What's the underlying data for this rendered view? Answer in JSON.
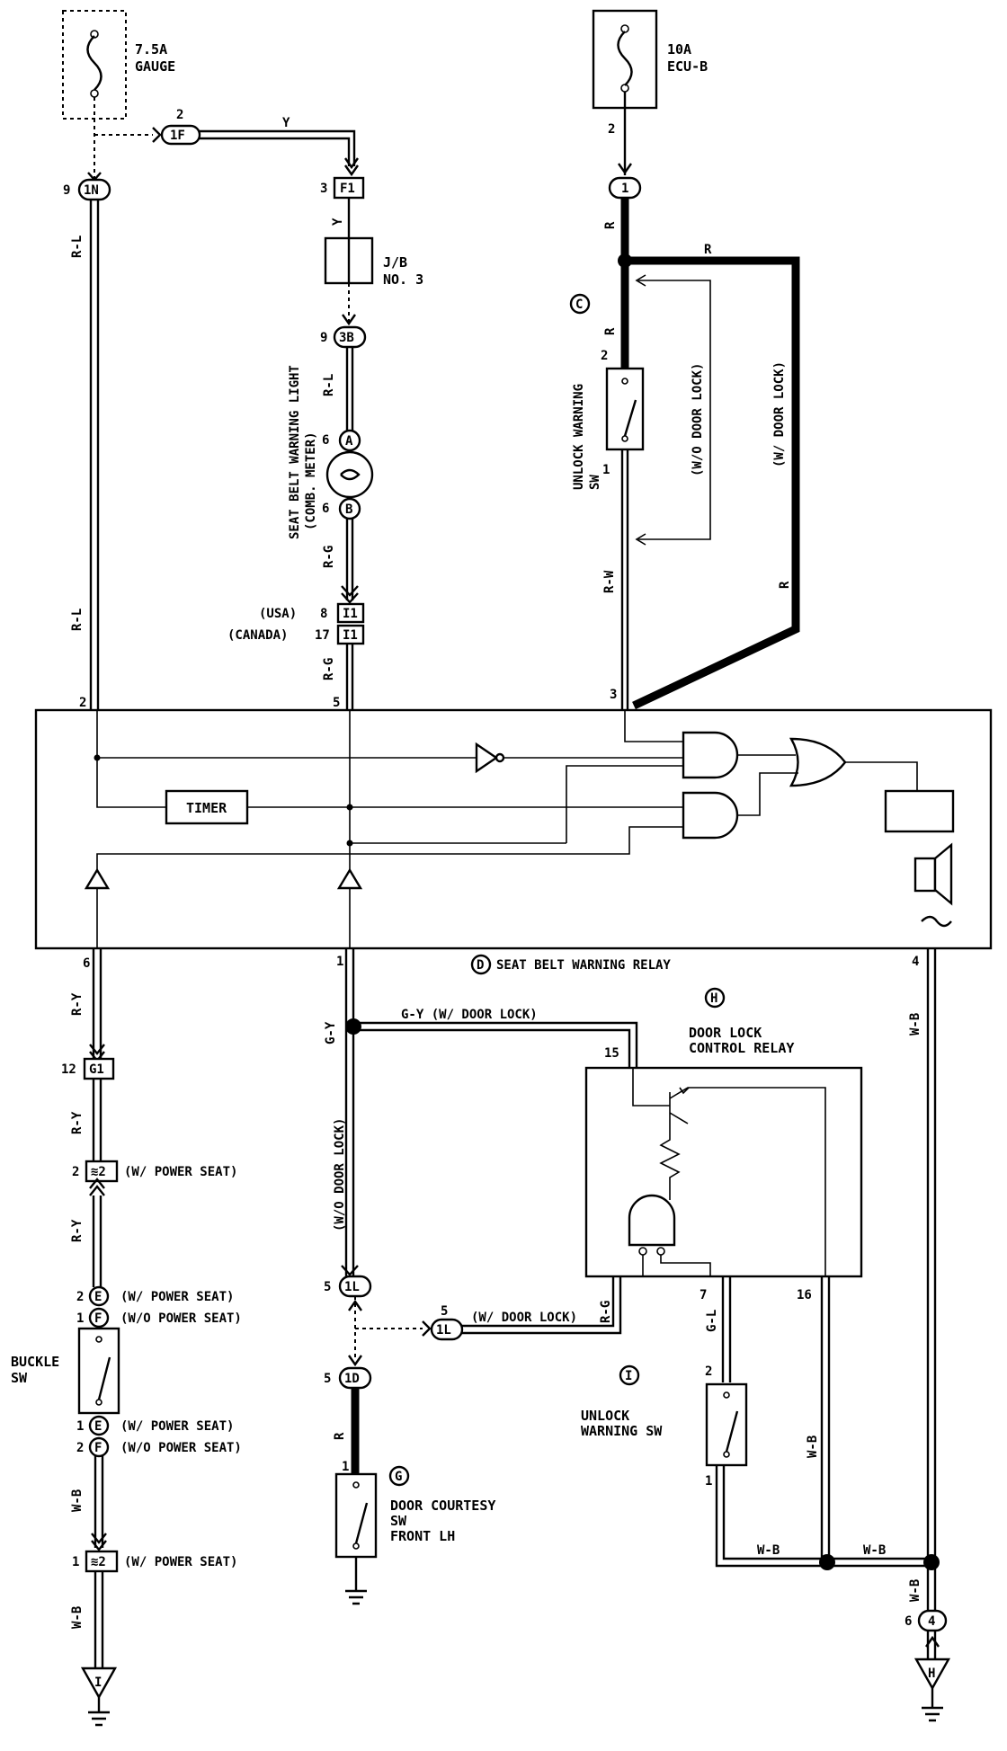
{
  "fuse_gauge": {
    "rating": "7.5A",
    "name": "GAUGE"
  },
  "fuse_ecub": {
    "rating": "10A",
    "name": "ECU-B"
  },
  "connectors": {
    "c1f": "1F",
    "c1n": "1N",
    "cf1": "F1",
    "c3b": "3B",
    "c1": "1",
    "ca": "A",
    "cb": "B",
    "ci1a": "I1",
    "ci1b": "I1",
    "cg1": "G1",
    "c82a": "≋2",
    "ce1": "E",
    "cf2": "F",
    "ce2": "E",
    "cf3": "F",
    "c82b": "≋2",
    "c1l_a": "1L",
    "c1l_b": "1L",
    "c1d": "1D",
    "c4": "4"
  },
  "pins": {
    "p2_1f": "2",
    "p9_1n": "9",
    "p3_f1": "3",
    "p9_3b": "9",
    "p6_a": "6",
    "p6_b": "6",
    "p8_usa": "8",
    "p17_can": "17",
    "p2_ecub": "2",
    "p2_sw": "2",
    "p1_sw": "1",
    "p2_relay": "2",
    "p5_relay": "5",
    "p3_relay": "3",
    "p6_relay": "6",
    "p1_relay": "1",
    "p4_relay": "4",
    "p12_g1": "12",
    "p2_82": "2",
    "p2_e": "2",
    "p1_f": "1",
    "p1_e": "1",
    "p2_f": "2",
    "p1_82": "1",
    "p5_1l": "5",
    "p5_1l2": "5",
    "p5_1d": "5",
    "p1_dc": "1",
    "p15": "15",
    "p7": "7",
    "p16": "16",
    "p2_ul": "2",
    "p1_ul": "1",
    "p6_4": "6"
  },
  "wires": {
    "y_top": "Y",
    "y_jb": "Y",
    "rl_top": "R-L",
    "rl_mid": "R-L",
    "rl_sb": "R-L",
    "rg_sb": "R-G",
    "rg_low": "R-G",
    "r1": "R",
    "r2": "R",
    "r3": "R",
    "r4": "R",
    "rw": "R-W",
    "ry1": "R-Y",
    "ry2": "R-Y",
    "ry3": "R-Y",
    "wb1": "W-B",
    "wb2": "W-B",
    "wb3": "W-B",
    "wb4": "W-B",
    "wb5": "W-B",
    "wb6": "W-B",
    "wb7": "W-B",
    "gy": "G-Y",
    "gy_dl": "G-Y  (W/ DOOR LOCK)",
    "r_dc": "R",
    "rg_dl": "R-G",
    "gl": "G-L"
  },
  "labels": {
    "jb": "J/B",
    "jb_no": "NO. 3",
    "sbwl": "SEAT BELT WARNING LIGHT",
    "comb": "(COMB. METER)",
    "usa": "(USA)",
    "canada": "(CANADA)",
    "unlock_sw": "UNLOCK WARNING",
    "unlock_sw2": "SW",
    "wo_dl": "(W/O DOOR LOCK)",
    "w_dl": "(W/ DOOR LOCK)",
    "timer": "TIMER",
    "relay": "SEAT BELT WARNING RELAY",
    "dlcr1": "DOOR LOCK",
    "dlcr2": "CONTROL RELAY",
    "wps1": "(W/ POWER SEAT)",
    "wps2": "(W/ POWER SEAT)",
    "wops1": "(W/O POWER SEAT)",
    "wps3": "(W/ POWER SEAT)",
    "wops2": "(W/O POWER SEAT)",
    "wps4": "(W/ POWER SEAT)",
    "buckle1": "BUCKLE",
    "buckle2": "SW",
    "wo_dl2": "(W/O DOOR LOCK)",
    "w_dl2": "(W/ DOOR LOCK)",
    "dc1": "DOOR COURTESY",
    "dc2": "SW",
    "dc3": "FRONT LH",
    "ul2_1": "UNLOCK",
    "ul2_2": "WARNING SW"
  },
  "markers": {
    "c": "C",
    "d": "D",
    "h": "H",
    "i": "I",
    "g": "G",
    "gnd_i": "I",
    "gnd_h": "H"
  }
}
